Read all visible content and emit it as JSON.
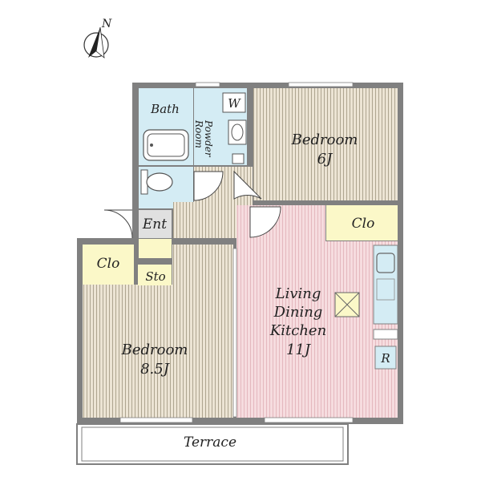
{
  "compass": {
    "label": "N"
  },
  "rooms": {
    "bath": "Bath",
    "washer": "W",
    "powder_room": [
      "Powder",
      "Room"
    ],
    "bedroom_6": [
      "Bedroom",
      "6J"
    ],
    "entrance": "Ent",
    "closet_right": "Clo",
    "closet_left": "Clo",
    "storage": "Sto",
    "ldk": [
      "Living",
      "Dining",
      "Kitchen",
      "11J"
    ],
    "bedroom_85": [
      "Bedroom",
      "8.5J"
    ],
    "refrigerator": "R",
    "terrace": "Terrace"
  },
  "colors": {
    "wall": "#808080",
    "wet_area": "#d4ecf4",
    "wood_floor": "#ece4d4",
    "wood_stripe": "#a89e88",
    "ldk_floor": "#f6dcdf",
    "ldk_stripe": "#e2b4bb",
    "closet": "#fbf8c8",
    "entrance": "#e0e0e0",
    "terrace": "#ffffff"
  }
}
